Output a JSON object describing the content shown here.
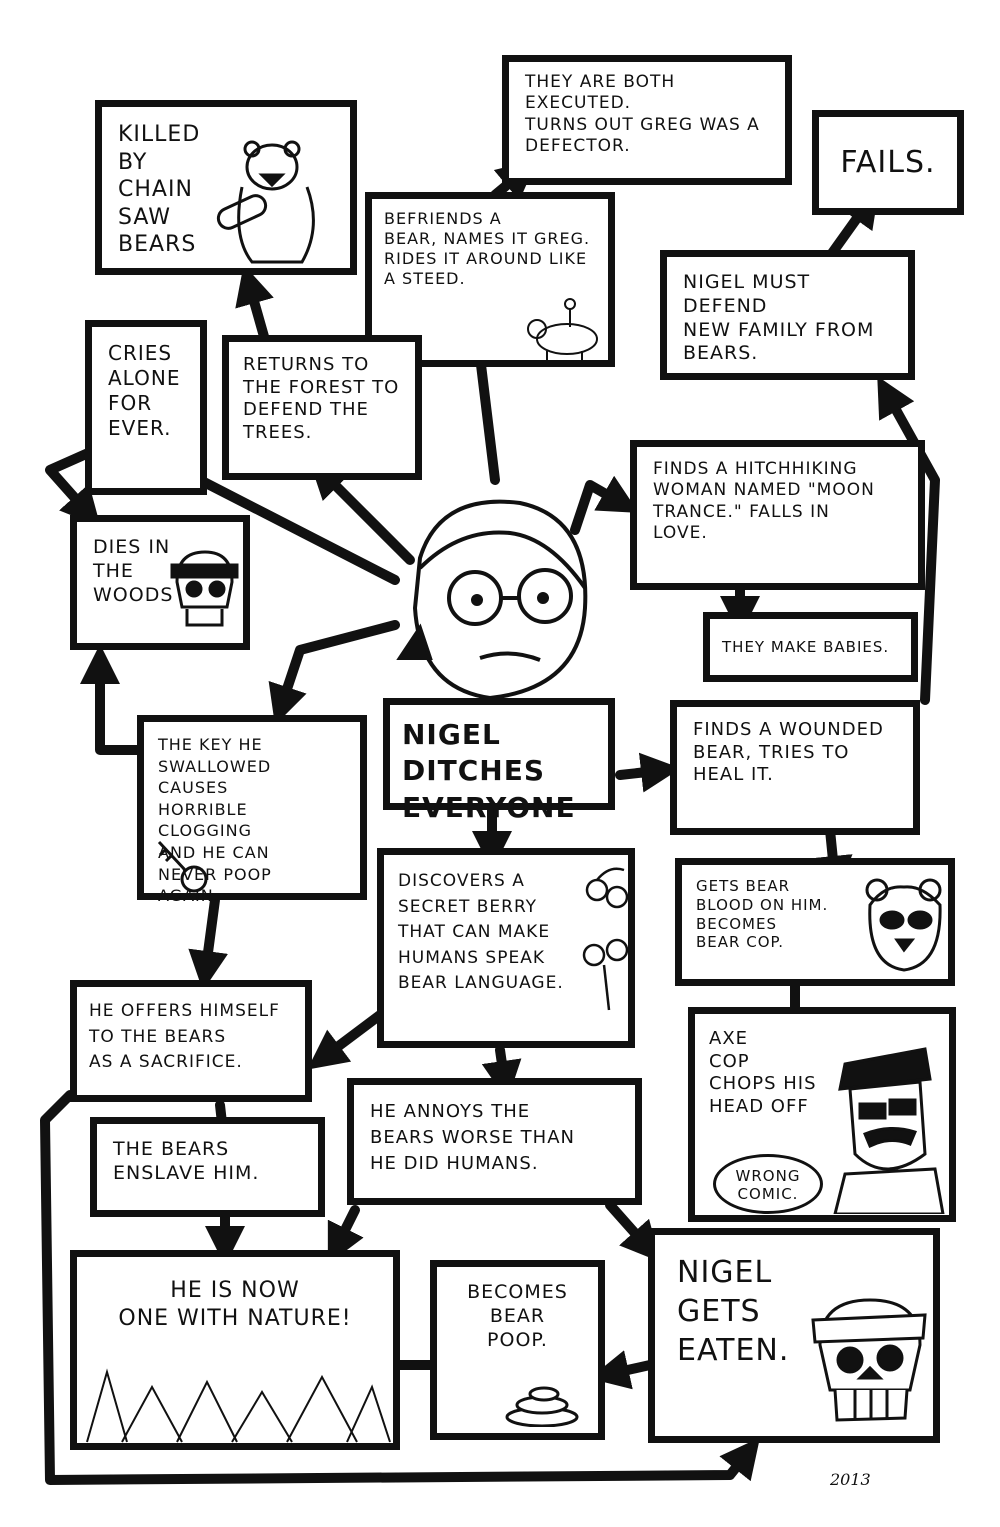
{
  "center": {
    "title": "NIGEL DITCHES EVERYONE"
  },
  "boxes": {
    "killed": "KILLED BY\nCHAIN\nSAW\nBEARS",
    "executed": "THEY ARE BOTH EXECUTED.\nTURNS OUT GREG WAS A\nDEFECTOR.",
    "fails": "FAILS.",
    "befriends": "BEFRIENDS A\nBEAR, NAMES IT GREG.\nRIDES IT AROUND LIKE\nA STEED.",
    "defend_family": "NIGEL MUST DEFEND\nNEW FAMILY FROM\nBEARS.",
    "cries": "CRIES\nALONE\nFOR\nEVER.",
    "returns": "RETURNS TO\nTHE FOREST TO\nDEFEND THE\nTREES.",
    "hitchhiking": "FINDS A HITCHHIKING\nWOMAN NAMED \"MOON\nTRANCE.\" FALLS IN\nLOVE.",
    "dies_woods": "DIES IN\nTHE\nWOODS",
    "babies": "THEY MAKE BABIES.",
    "key": "THE KEY HE\nSWALLOWED CAUSES\nHORRIBLE CLOGGING\nAND HE CAN\nNEVER POOP\nAGAIN.",
    "wounded": "FINDS A WOUNDED\nBEAR, TRIES TO\nHEAL IT.",
    "berry": "DISCOVERS A\nSECRET BERRY\nTHAT CAN MAKE\nHUMANS SPEAK\nBEAR LANGUAGE.",
    "bear_cop": "GETS BEAR\nBLOOD ON HIM.\nBECOMES\nBEAR COP.",
    "sacrifice": "HE OFFERS HIMSELF\nTO THE BEARS\nAS A SACRIFICE.",
    "axe_cop": "AXE\nCOP\nCHOPS HIS\nHEAD OFF",
    "annoys": "HE ANNOYS THE\nBEARS WORSE THAN\nHE DID HUMANS.",
    "enslave": "THE BEARS\nENSLAVE HIM.",
    "nature": "HE IS NOW\nONE WITH NATURE!",
    "bear_poop": "BECOMES\nBEAR\nPOOP.",
    "eaten": "NIGEL\nGETS\nEATEN."
  },
  "bubble": "WRONG\nCOMIC.",
  "signature": "2013",
  "colors": {
    "ink": "#111111",
    "paper": "#ffffff"
  }
}
